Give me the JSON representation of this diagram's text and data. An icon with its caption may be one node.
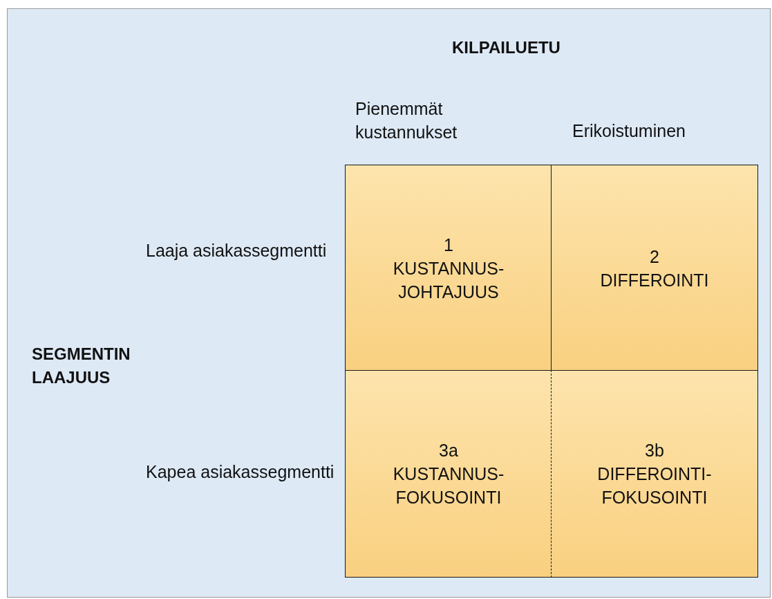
{
  "diagram": {
    "nodes": [
      {
        "text": [
          "1",
          "KUSTANNUS- JOHTAJUUS"
        ]
      },
      {
        "text": [
          "2",
          "DIFFEROINTI"
        ]
      },
      {
        "text": [
          "3a",
          "KUSTANNUS- FOKUSOINTI"
        ]
      },
      {
        "text": [
          "3b",
          "DIFFEROINTI- FOKUSOINTI"
        ]
      }
    ],
    "edges": [],
    "labels": [
      "KILPAILUETU",
      "Pienemmät kustannukset",
      "Erikoistuminen",
      "Laaja asiakassegmentti",
      "SEGMENTIN LAAJUUS",
      "Kapea asiakassegmentti"
    ]
  }
}
